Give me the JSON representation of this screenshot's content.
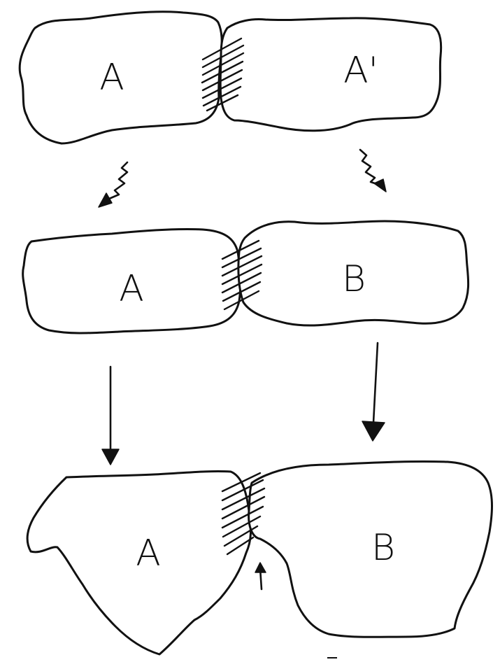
{
  "diagram": {
    "row1": {
      "left_label": "A",
      "right_label": "A'"
    },
    "row2": {
      "left_label": "A",
      "right_label": "B"
    },
    "row3": {
      "left_label": "A",
      "right_label": "B"
    }
  }
}
